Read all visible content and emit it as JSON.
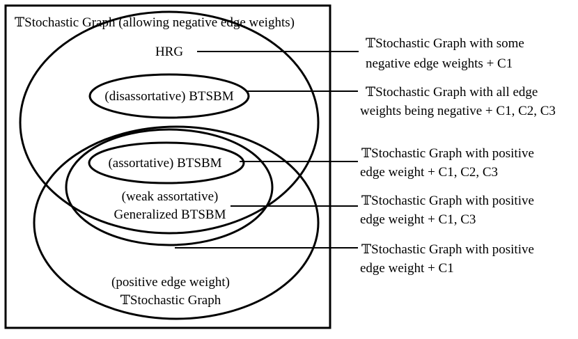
{
  "outer_box": {
    "title": "𝕋Stochastic Graph (allowing negative edge weights)"
  },
  "regions": {
    "hrg": "HRG",
    "disassortative": "(disassortative) BTSBM",
    "assortative": "(assortative) BTSBM",
    "weak_assortative_l1": "(weak assortative)",
    "weak_assortative_l2": "Generalized BTSBM",
    "positive_l1": "(positive edge weight)",
    "positive_l2": "𝕋Stochastic Graph"
  },
  "annotations": [
    {
      "line1": "𝕋Stochastic Graph with some",
      "line2": "negative edge weights + C1"
    },
    {
      "line1": "𝕋Stochastic Graph with all edge",
      "line2": "weights being negative + C1, C2, C3"
    },
    {
      "line1": "𝕋Stochastic Graph with positive",
      "line2": "edge weight + C1, C2, C3"
    },
    {
      "line1": "𝕋Stochastic Graph with positive",
      "line2": "edge weight + C1, C3"
    },
    {
      "line1": "𝕋Stochastic Graph with positive",
      "line2": "edge weight + C1"
    }
  ]
}
